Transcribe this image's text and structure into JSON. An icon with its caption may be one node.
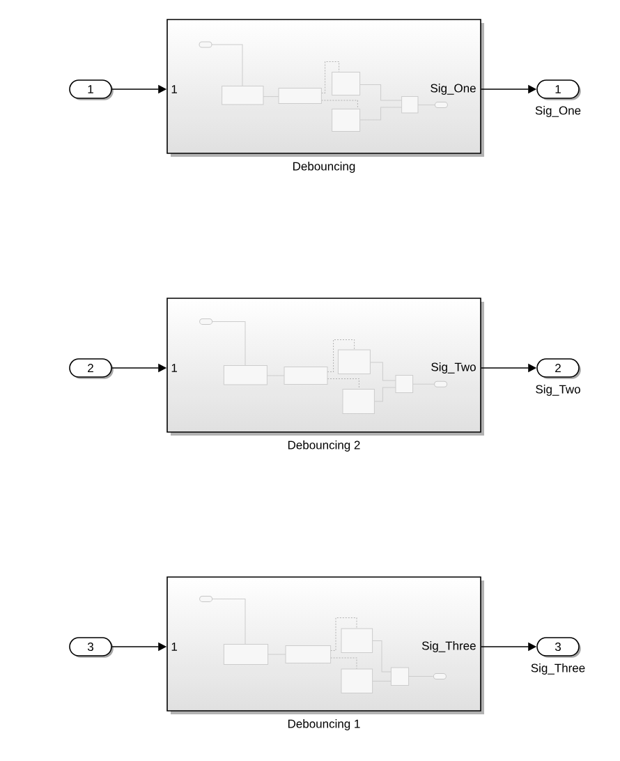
{
  "diagram": {
    "nodes": [
      {
        "text": [
          "1"
        ]
      },
      {
        "text": [
          "1",
          "Sig_One"
        ],
        "beside": [
          "Debouncing"
        ]
      },
      {
        "text": [
          "1"
        ],
        "beside": [
          "Sig_One"
        ]
      },
      {
        "text": [
          "2"
        ]
      },
      {
        "text": [
          "1",
          "Sig_Two"
        ],
        "beside": [
          "Debouncing 2"
        ]
      },
      {
        "text": [
          "2"
        ],
        "beside": [
          "Sig_Two"
        ]
      },
      {
        "text": [
          "3"
        ]
      },
      {
        "text": [
          "1",
          "Sig_Three"
        ],
        "beside": [
          "Debouncing 1"
        ]
      },
      {
        "text": [
          "3"
        ],
        "beside": [
          "Sig_Three"
        ]
      }
    ],
    "edges": [
      {
        "from": 0,
        "to": 1,
        "arrow": "to"
      },
      {
        "from": 1,
        "to": 2,
        "arrow": "to"
      },
      {
        "from": 3,
        "to": 4,
        "arrow": "to"
      },
      {
        "from": 4,
        "to": 5,
        "arrow": "to"
      },
      {
        "from": 6,
        "to": 7,
        "arrow": "to"
      },
      {
        "from": 7,
        "to": 8,
        "arrow": "to"
      }
    ]
  }
}
